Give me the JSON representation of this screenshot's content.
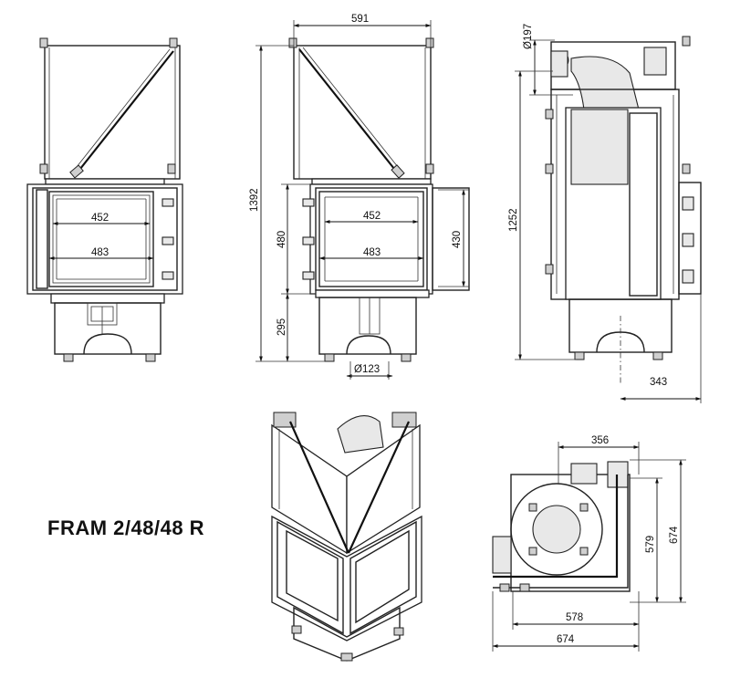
{
  "title": "FRAM 2/48/48 R",
  "dimensions": {
    "d591": "591",
    "d452a": "452",
    "d483a": "483",
    "d452b": "452",
    "d483b": "483",
    "d1392": "1392",
    "d480": "480",
    "d295": "295",
    "d430": "430",
    "d123": "Ø123",
    "d197": "Ø197",
    "d1252": "1252",
    "d343": "343",
    "d356": "356",
    "d579": "579",
    "d674v": "674",
    "d578": "578",
    "d674h": "674"
  }
}
